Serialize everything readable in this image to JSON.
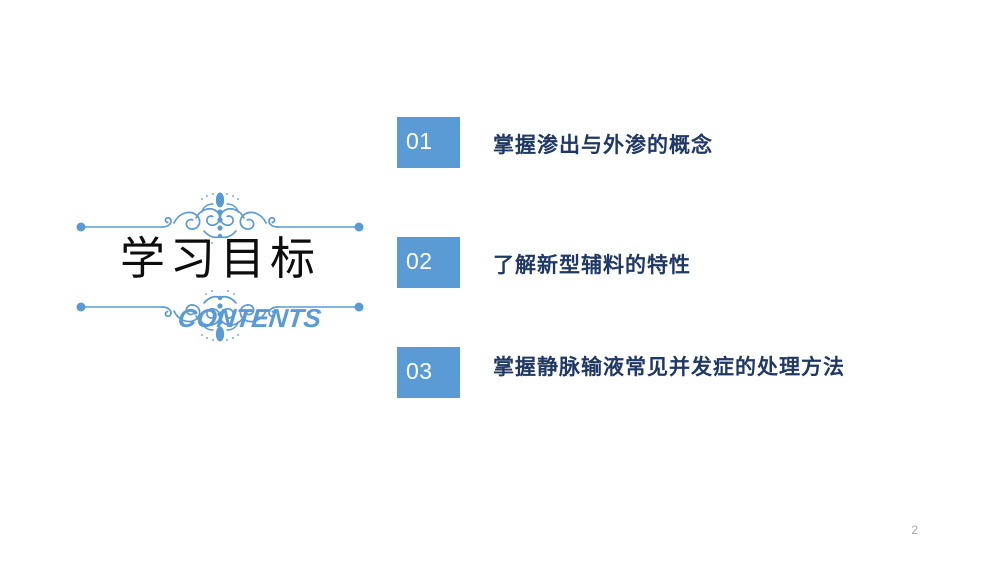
{
  "slide": {
    "title": "学习目标",
    "contents_label": "CONTENTS",
    "page_number": "2",
    "accent_color": "#5b9bd5",
    "text_color": "#1f3864",
    "title_color": "#0d0d0d",
    "background": "#ffffff"
  },
  "ornaments": {
    "top": "flourish-divider-ornament",
    "bottom": "flourish-divider-ornament"
  },
  "objectives": [
    {
      "number": "01",
      "text": "掌握渗出与外渗的概念"
    },
    {
      "number": "02",
      "text": "了解新型辅料的特性"
    },
    {
      "number": "03",
      "text": "掌握静脉输液常见并发症的处理方法"
    }
  ]
}
